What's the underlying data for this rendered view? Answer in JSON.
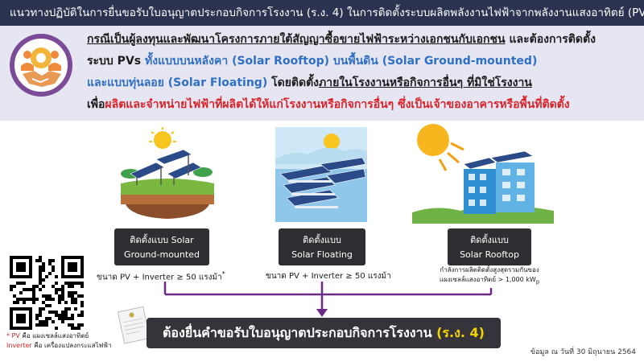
{
  "header": {
    "title": "แนวทางปฏิบัติในการยื่นขอรับใบอนุญาตประกอบกิจการโรงงาน (ร.ง. 4) ในการติดตั้งระบบผลิตพลังงานไฟฟ้าจากพลังงานแสงอาทิตย์ (PVs)"
  },
  "banner": {
    "line1_prefix": "กรณีเป็นผู้ลงทุนและพัฒนาโครงการภายใต้สัญญาซื้อขายไฟฟ้าระหว่างเอกชนกับเอกชน",
    "line1_suffix": " และต้องการติดตั้ง",
    "line2_prefix": "ระบบ PVs ",
    "line2_blue": "ทั้งแบบบนหลังคา (Solar Rooftop) บนพื้นดิน (Solar Ground-mounted)",
    "line3_blue": "และแบบทุ่นลอย (Solar Floating)",
    "line3_mid": " โดยติดตั้ง",
    "line3_under": "ภายในโรงงานหรือกิจการอื่นๆ ที่มิใช่โรงงาน",
    "line4_prefix": "เพื่อ",
    "line4_red": "ผลิตและจำหน่ายไฟฟ้าที่ผลิตได้ให้แก่โรงงานหรือกิจการอื่นๆ ซึ่งเป็นเจ้าของอาคารหรือพื้นที่ติดตั้ง"
  },
  "options": [
    {
      "label_line1": "ติดตั้งแบบ Solar",
      "label_line2": "Ground-mounted",
      "spec": "ขนาด PV + Inverter ≥ 50 แรงม้า",
      "spec_mark": "*"
    },
    {
      "label_line1": "ติดตั้งแบบ",
      "label_line2": "Solar Floating",
      "spec": "ขนาด PV + Inverter ≥ 50 แรงม้า"
    },
    {
      "label_line1": "ติดตั้งแบบ",
      "label_line2": "Solar Rooftop",
      "note_line1": "กำลังการผลิตติดตั้งสูงสุดรวมกันของ",
      "note_line2": "แผงเซลล์แสงอาทิตย์ > 1,000 kW",
      "note_sub": "p"
    }
  ],
  "result": {
    "text": "ต้องยื่นคำขอรับใบอนุญาตประกอบกิจการโรงงาน ",
    "highlight": "(ร.ง. 4)"
  },
  "legend": {
    "pv_mark": "*",
    "pv_term": "PV",
    "pv_def": " คือ แผงเซลล์แสงอาทิตย์",
    "inv_term": "Inverter",
    "inv_def": " คือ เครื่องแปลงกระแสไฟฟ้า"
  },
  "date_note": "ข้อมูล ณ วันที่ 30 มิถุนายน 2564",
  "colors": {
    "header_bg": "#2b3350",
    "banner_bg": "#e6e6f2",
    "accent_blue": "#2f6fc4",
    "accent_red": "#d8242a",
    "emblem_ring": "#7b4b98",
    "arrow": "#6b2a86",
    "result_highlight": "#f5d300"
  },
  "icons": {
    "emblem": "handshake-gear-people-icon",
    "ground": "solar-ground-illustration",
    "floating": "solar-floating-illustration",
    "rooftop": "solar-rooftop-illustration",
    "qr": "qr-code",
    "document": "license-document-icon"
  }
}
